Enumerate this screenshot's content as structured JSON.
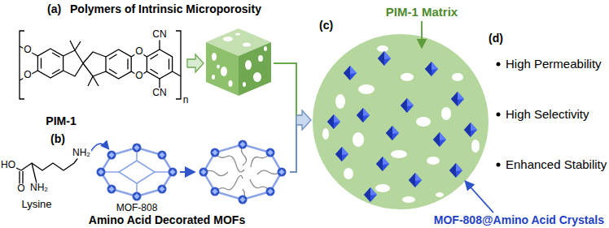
{
  "diagram": {
    "labels": [
      "(a)",
      "Polymers of Intrinsic Microporosity",
      "PIM-1 Matrix",
      "(c)",
      "(d)",
      "O",
      "O",
      "O",
      "O",
      "CN",
      "CN",
      "n",
      "PIM-1",
      "High Permeability",
      "High Selectivity",
      "Enhanced Stability",
      "(b)",
      "HO",
      "O",
      "NH₂",
      "NH₂",
      "Lysine",
      "MOF-808",
      "Amino Acid Decorated MOFs",
      "MOF-808@Amino Acid Crystals"
    ]
  }
}
